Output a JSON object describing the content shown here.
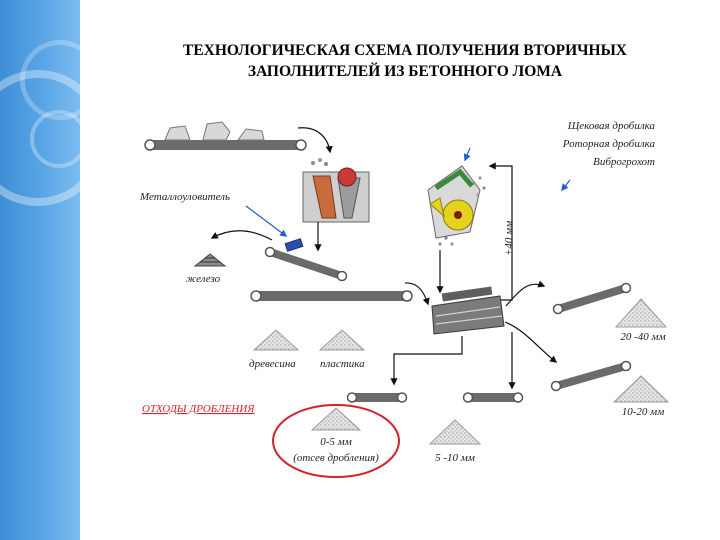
{
  "title": {
    "line1": "ТЕХНОЛОГИЧЕСКАЯ СХЕМА ПОЛУЧЕНИЯ ВТОРИЧНЫХ",
    "line2": "ЗАПОЛНИТЕЛЕЙ  ИЗ  БЕТОННОГО  ЛОМА"
  },
  "labels": {
    "jaw_crusher": "Щековая дробилка",
    "rotor_crusher": "Роторная дробилка",
    "vibro_screen": "Виброгрохот",
    "magnet": "Металлоуловитель",
    "iron": "железо",
    "wood": "древесина",
    "plastic": "пластика",
    "waste": "ОТХОДЫ ДРОБЛЕНИЯ",
    "fines_1": "0-5 мм",
    "fines_2": "(отсев дробления)",
    "f5_10": "5 -10 мм",
    "f10_20": "10-20 мм",
    "f20_40": "20 -40 мм",
    "plus40": "+40 мм"
  },
  "colors": {
    "sidebar": "#4a9be0",
    "conveyor": "#6b6b6b",
    "arrow_blue": "#1e5fd6",
    "waste_red": "#d6232a"
  }
}
